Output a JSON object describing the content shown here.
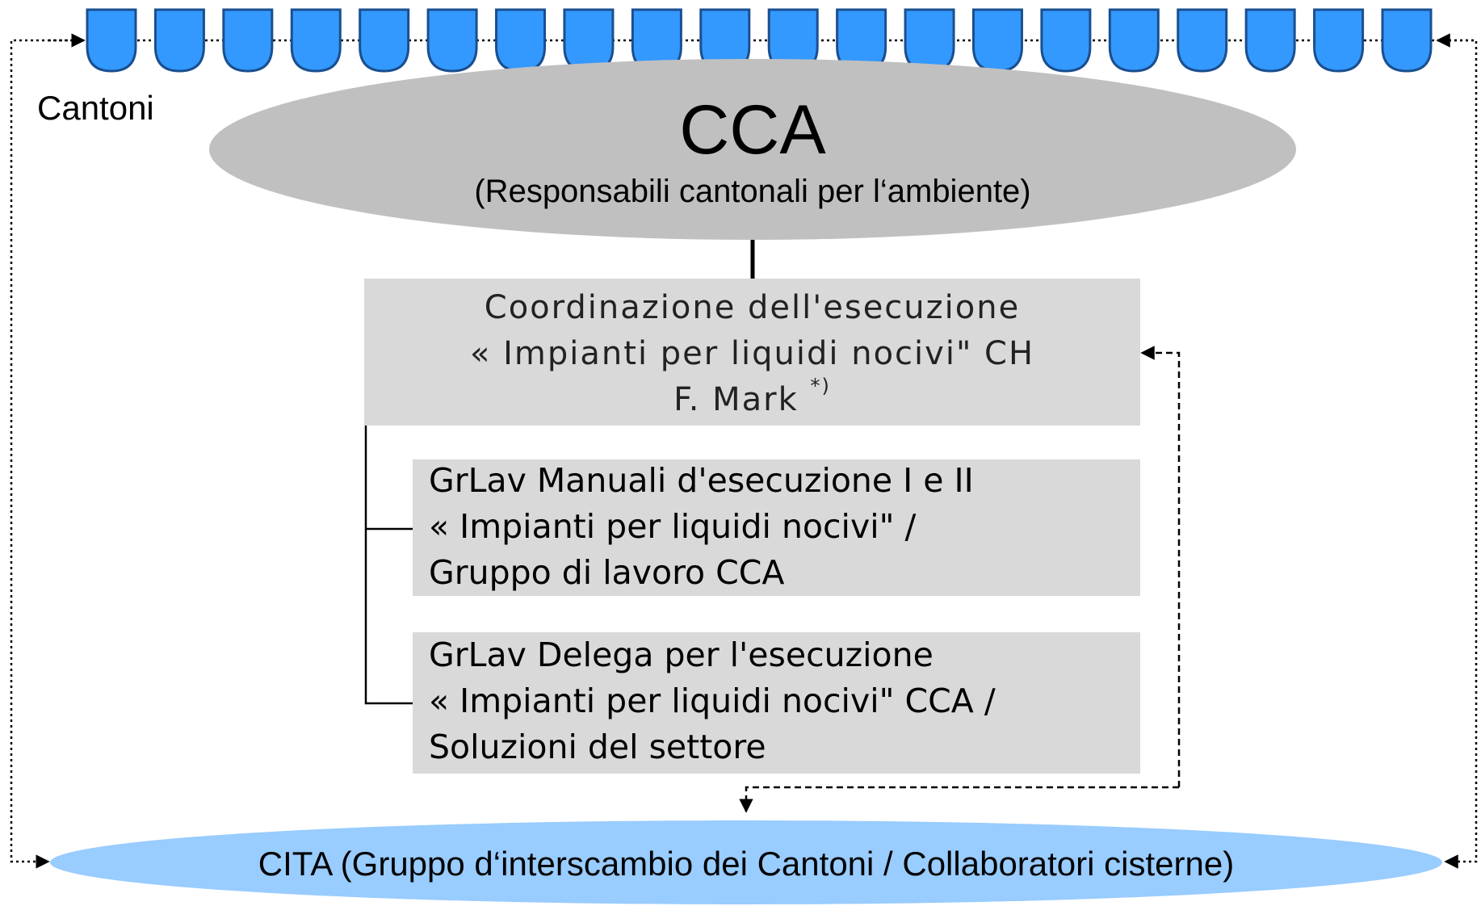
{
  "cantoni_label": "Cantoni",
  "cantoni_shield_count": 20,
  "cca": {
    "title": "CCA",
    "subtitle": "(Responsabili cantonali per l‘ambiente)"
  },
  "coordination": {
    "line1": "Coordinazione dell'esecuzione",
    "line2": "« Impianti per liquidi nocivi\" CH",
    "line3": "F. Mark ",
    "note": "*)"
  },
  "grlav_manuali": {
    "line1": "GrLav Manuali d'esecuzione I e II",
    "line2": "« Impianti per liquidi nocivi\" /",
    "line3": "Gruppo di lavoro CCA"
  },
  "grlav_delega": {
    "line1": "GrLav Delega per l'esecuzione",
    "line2": "« Impianti per liquidi nocivi\" CCA /",
    "line3": "Soluzioni del settore"
  },
  "cita": {
    "label": "CITA (Gruppo d‘interscambio dei Cantoni / Collaboratori cisterne)"
  },
  "colors": {
    "shield_fill": "#3399ff",
    "shield_stroke": "#1a4f8f",
    "cca_fill": "#c0c0c0",
    "box_fill": "#d9d9d9",
    "cita_fill": "#99ccff"
  }
}
